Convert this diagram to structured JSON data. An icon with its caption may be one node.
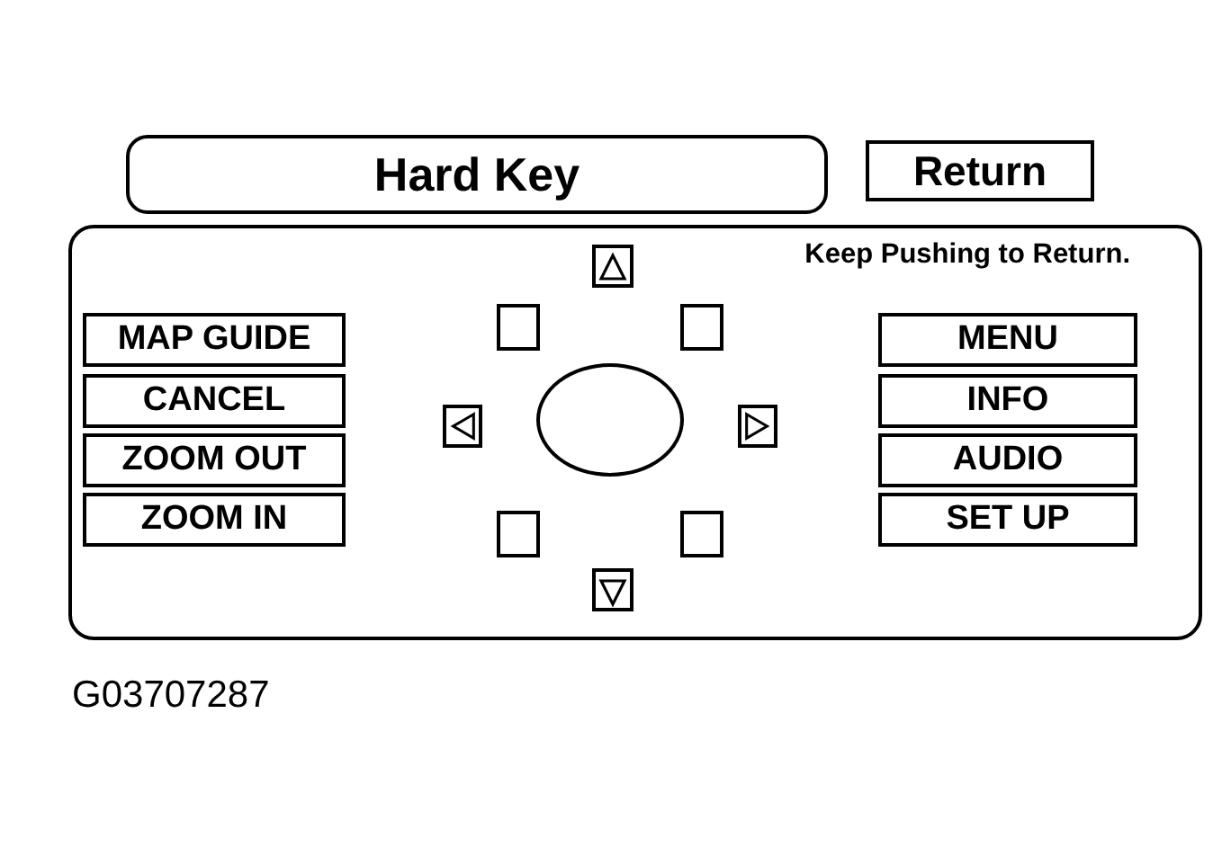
{
  "diagram": {
    "nodes": [
      {
        "text": [
          "Hard Key"
        ]
      },
      {
        "text": [
          "Return"
        ]
      },
      {
        "text": [
          "Keep Pushing to Return."
        ]
      },
      {
        "text": [
          "MAP GUIDE"
        ],
        "in": 2
      },
      {
        "text": [
          "CANCEL"
        ],
        "in": 2
      },
      {
        "text": [
          "ZOOM OUT"
        ],
        "in": 2
      },
      {
        "text": [
          "ZOOM IN"
        ],
        "in": 2
      },
      {
        "text": [],
        "shape": "box",
        "in": 2
      },
      {
        "text": [],
        "shape": "box",
        "in": 2
      },
      {
        "text": [],
        "shape": "box",
        "in": 2
      },
      {
        "text": [],
        "shape": "box",
        "in": 2
      },
      {
        "text": [],
        "shape": "ellipse",
        "in": 2
      },
      {
        "text": [],
        "shape": "box",
        "in": 2
      },
      {
        "text": [],
        "shape": "box",
        "in": 2
      },
      {
        "text": [],
        "shape": "box",
        "in": 2
      },
      {
        "text": [],
        "shape": "box",
        "in": 2
      },
      {
        "text": [
          "MENU"
        ],
        "in": 2
      },
      {
        "text": [
          "INFO"
        ],
        "in": 2
      },
      {
        "text": [
          "AUDIO"
        ],
        "in": 2
      },
      {
        "text": [
          "SET UP"
        ],
        "in": 2
      }
    ],
    "edges": [],
    "labels": [
      "G03707287"
    ]
  }
}
